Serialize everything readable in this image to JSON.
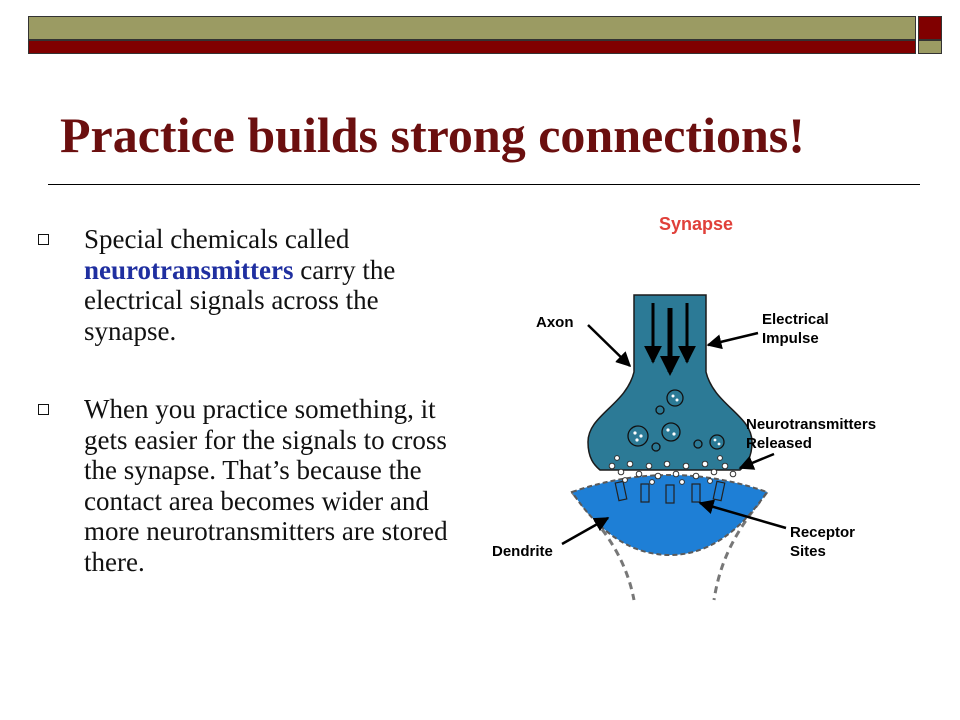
{
  "slide": {
    "title": "Practice builds strong connections!",
    "bullets": [
      {
        "before": "Special chemicals called ",
        "highlight": "neurotransmitters",
        "after": " carry the electrical signals across the synapse."
      },
      {
        "text": "When you practice something, it gets easier for the signals to cross the synapse.  That’s because the contact area becomes wider and more neurotransmitters are stored there."
      }
    ]
  },
  "diagram": {
    "title": "Synapse",
    "labels": {
      "axon": "Axon",
      "electrical_1": "Electrical",
      "electrical_2": "Impulse",
      "neuro_1": "Neurotransmitters",
      "neuro_2": "Released",
      "dendrite": "Dendrite",
      "receptor_1": "Receptor",
      "receptor_2": "Sites"
    }
  },
  "colors": {
    "title": "#6b0f0f",
    "highlight": "#1f2fa0",
    "bar_olive": "#9b9b63",
    "bar_maroon": "#800000",
    "axon": "#2c7a96",
    "dendrite": "#1e7fd6",
    "diagram_title": "#e0403a"
  }
}
